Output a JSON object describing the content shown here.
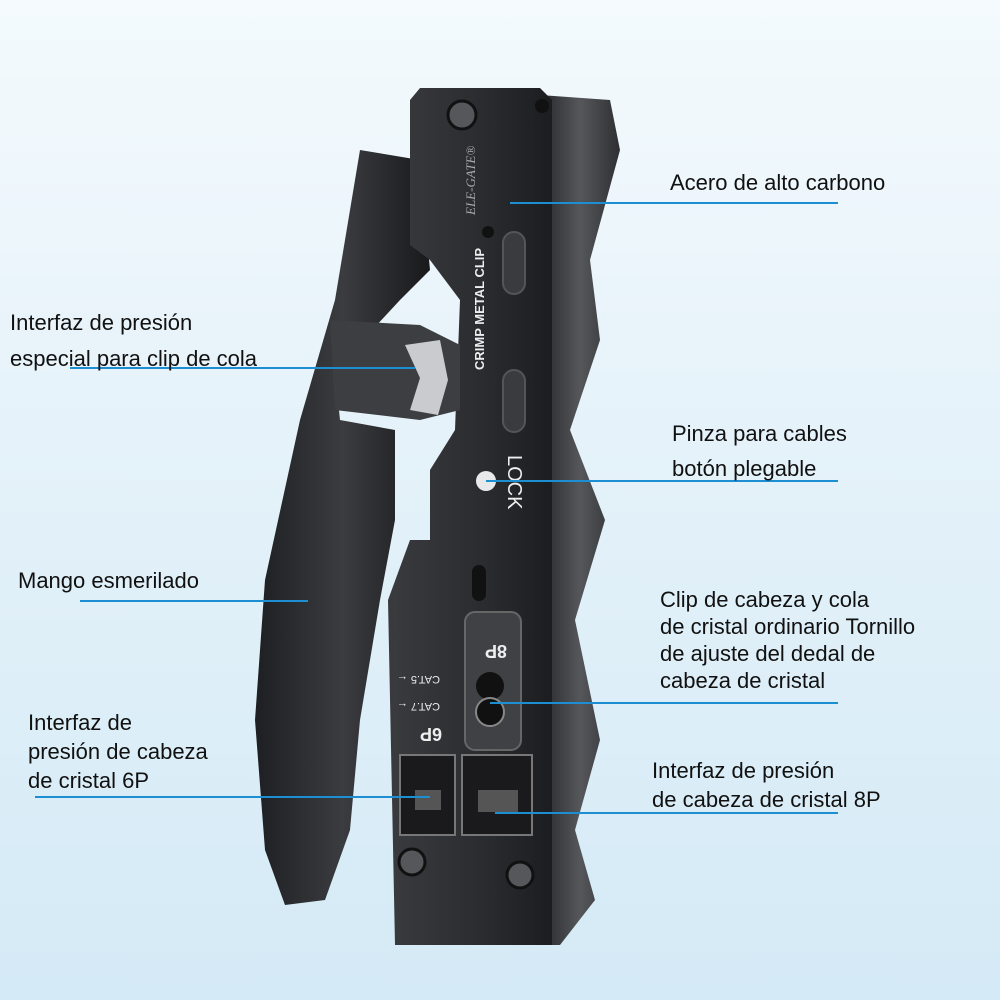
{
  "product": {
    "brand": "ELE-GATE®",
    "engravings": [
      "CRIMP METAL CLIP",
      "LOCK",
      "8P",
      "6P",
      "CAT.5",
      "CAT.7"
    ]
  },
  "annotations": [
    {
      "id": "steel",
      "lines": [
        "Acero de alto carbono"
      ]
    },
    {
      "id": "tail-clip",
      "lines": [
        "Interfaz de presión",
        "especial para clip de cola"
      ]
    },
    {
      "id": "lock",
      "lines": [
        "Pinza para cables",
        "botón plegable"
      ]
    },
    {
      "id": "handle",
      "lines": [
        "Mango esmerilado"
      ]
    },
    {
      "id": "screw",
      "lines": [
        "Clip de cabeza y cola",
        "de cristal ordinario Tornillo",
        "de ajuste del dedal de",
        "cabeza de cristal"
      ]
    },
    {
      "id": "6p",
      "lines": [
        "Interfaz de",
        "presión de cabeza",
        "de cristal 6P"
      ]
    },
    {
      "id": "8p",
      "lines": [
        "Interfaz de presión",
        "de cabeza de cristal 8P"
      ]
    }
  ],
  "colors": {
    "callout_line": "#1b8fd2",
    "tool_body": "#2b2c2f"
  }
}
